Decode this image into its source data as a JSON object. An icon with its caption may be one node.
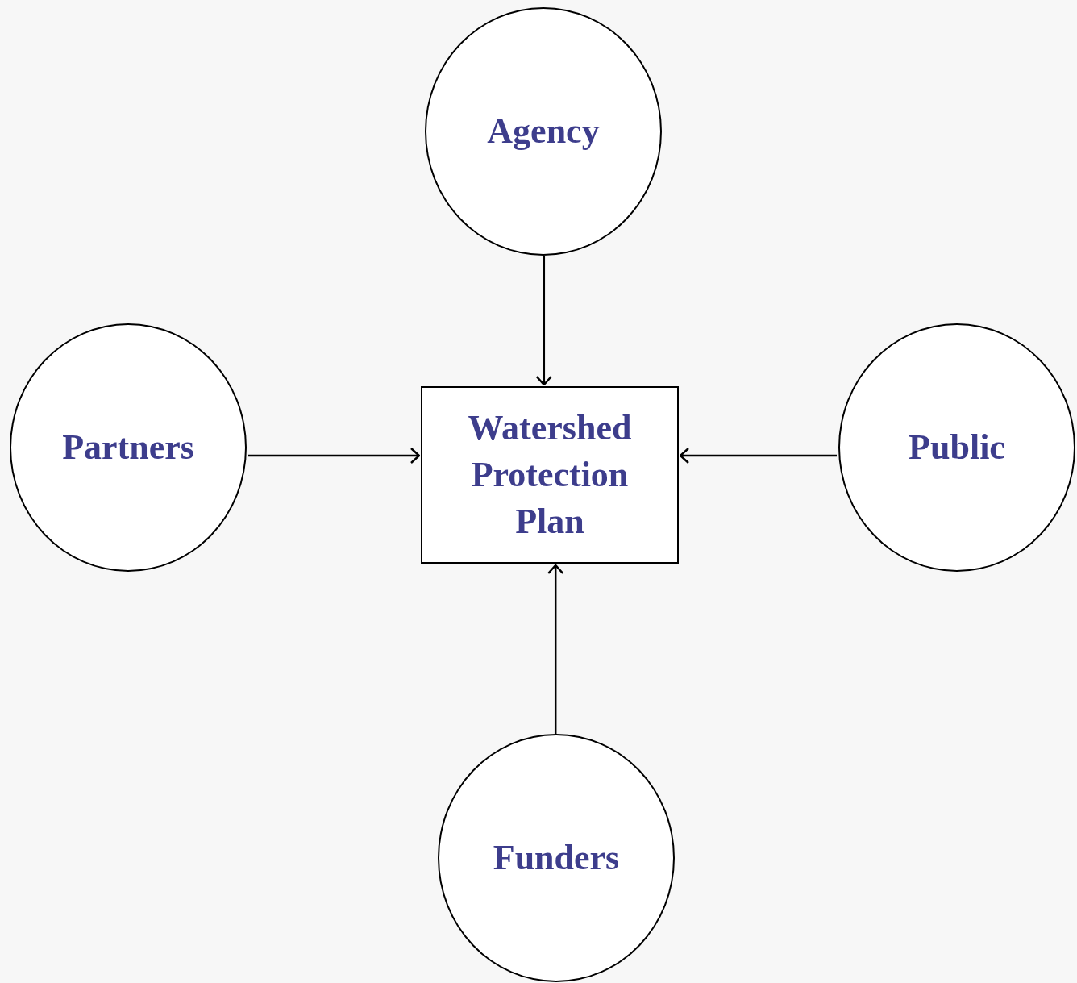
{
  "diagram": {
    "nodes": [
      {
        "text": [
          "Agency"
        ]
      },
      {
        "text": [
          "Partners"
        ]
      },
      {
        "text": [
          "Watershed Protection Plan"
        ]
      },
      {
        "text": [
          "Public"
        ]
      },
      {
        "text": [
          "Funders"
        ]
      }
    ],
    "edges": [
      {
        "from": 0,
        "to": 2,
        "arrow": "to"
      },
      {
        "from": 1,
        "to": 2,
        "arrow": "to"
      },
      {
        "from": 3,
        "to": 2,
        "arrow": "to"
      },
      {
        "from": 4,
        "to": 2,
        "arrow": "to"
      }
    ]
  }
}
